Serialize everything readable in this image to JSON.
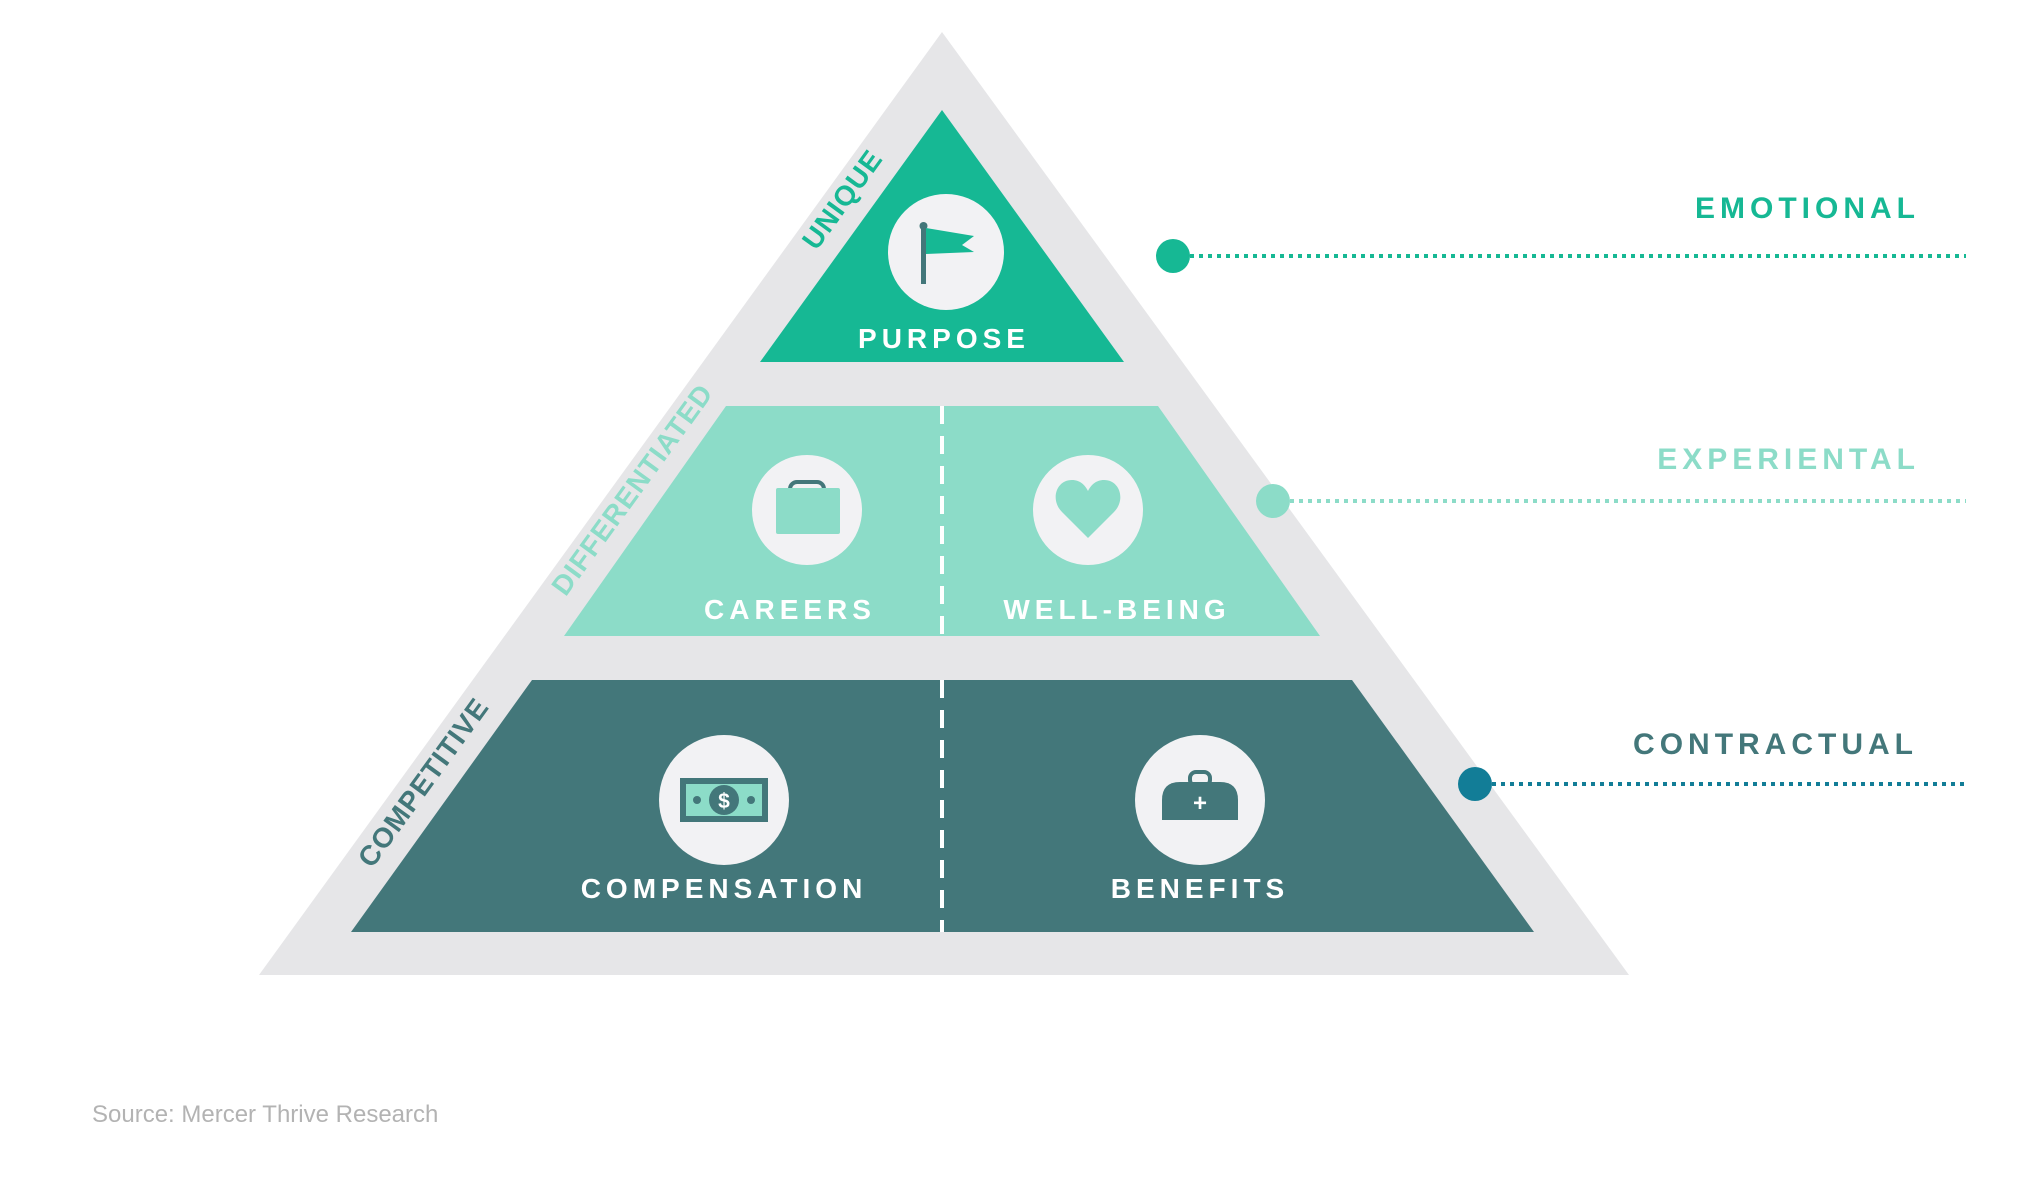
{
  "colors": {
    "background": "#ffffff",
    "frame": "#e6e6e8",
    "emotional": "#16b894",
    "experiential": "#8cdcc8",
    "contractual": "#43777a",
    "contractual_dot": "#127d97",
    "icon_circle": "#f2f2f4",
    "white": "#ffffff",
    "source_text": "#b3b3b3"
  },
  "tiers": {
    "top": {
      "side_label": "UNIQUE",
      "item_label": "PURPOSE",
      "icon": "flag-icon"
    },
    "middle": {
      "side_label": "DIFFERENTIATED",
      "left_label": "CAREERS",
      "left_icon": "briefcase-icon",
      "right_label": "WELL-BEING",
      "right_icon": "heart-icon"
    },
    "bottom": {
      "side_label": "COMPETITIVE",
      "left_label": "COMPENSATION",
      "left_icon": "money-bill-icon",
      "right_label": "BENEFITS",
      "right_icon": "medical-bag-icon"
    }
  },
  "legend": {
    "emotional": "EMOTIONAL",
    "experiential": "EXPERIENTAL",
    "contractual": "CONTRACTUAL"
  },
  "icon_glyphs": {
    "dollar": "$",
    "plus": "+"
  },
  "source": "Source: Mercer Thrive Research"
}
